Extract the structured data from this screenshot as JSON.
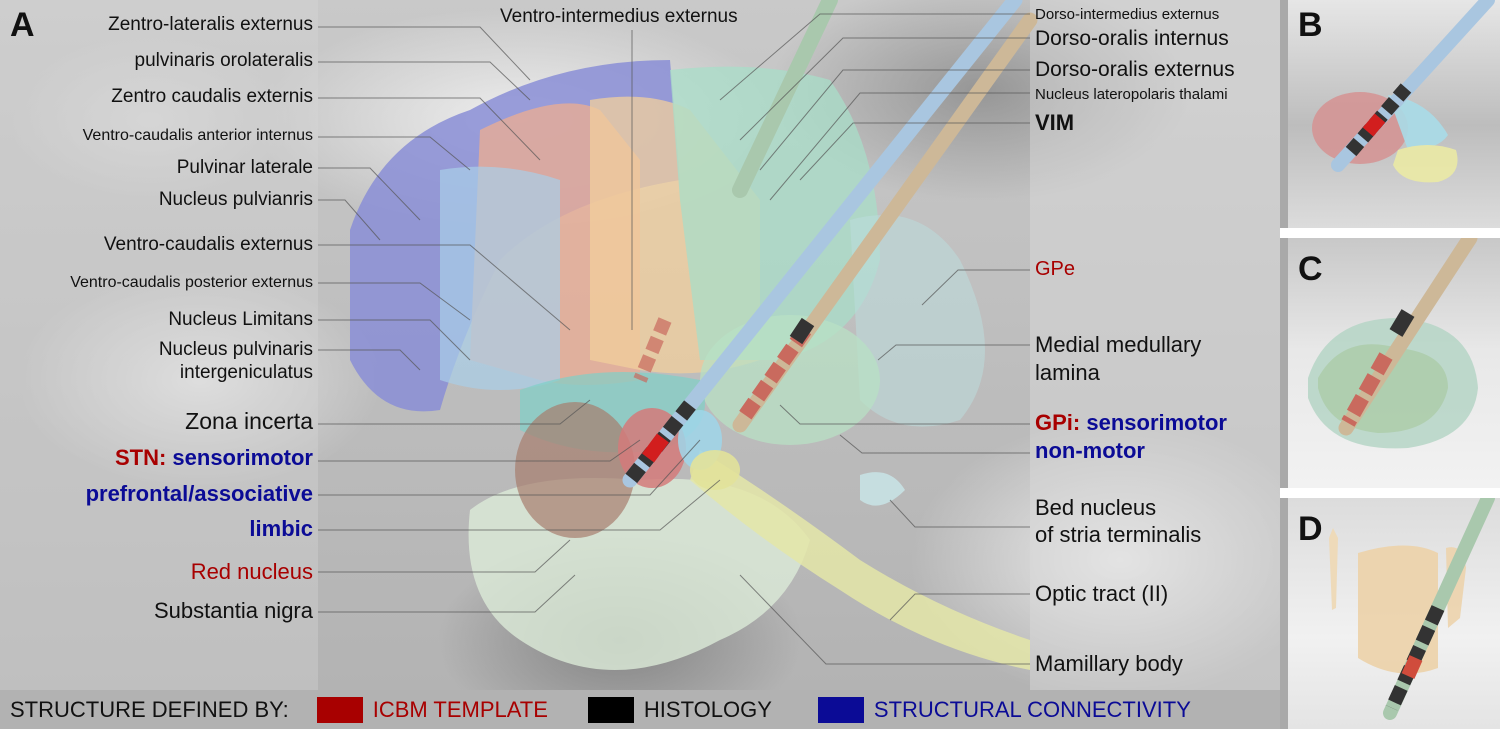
{
  "panels": {
    "main_letter": "A",
    "inset_b_letter": "B",
    "inset_c_letter": "C",
    "inset_d_letter": "D"
  },
  "left_labels": [
    {
      "text": "Zentro-lateralis externus",
      "color": "black"
    },
    {
      "text": "pulvinaris orolateralis",
      "color": "black"
    },
    {
      "text": "Zentro caudalis externis",
      "color": "black"
    },
    {
      "text": "Ventro-caudalis anterior internus",
      "color": "black"
    },
    {
      "text": "Pulvinar laterale",
      "color": "black"
    },
    {
      "text": "Nucleus pulvianris",
      "color": "black"
    },
    {
      "text": "Ventro-caudalis externus",
      "color": "black"
    },
    {
      "text": "Ventro-caudalis posterior externus",
      "color": "black"
    },
    {
      "text": "Nucleus Limitans",
      "color": "black"
    },
    {
      "text": "Nucleus pulvinaris",
      "color": "black"
    },
    {
      "text": "intergeniculatus",
      "color": "black"
    },
    {
      "text": "Zona incerta",
      "color": "black"
    },
    {
      "text": "STN:",
      "color": "red"
    },
    {
      "text": "sensorimotor",
      "color": "blue"
    },
    {
      "text": "prefrontal/associative",
      "color": "blue"
    },
    {
      "text": "limbic",
      "color": "blue"
    },
    {
      "text": "Red nucleus",
      "color": "red"
    },
    {
      "text": "Substantia nigra",
      "color": "black"
    }
  ],
  "top_label": "Ventro-intermedius externus",
  "right_labels": [
    {
      "text": "Dorso-intermedius externus",
      "color": "black"
    },
    {
      "text": "Dorso-oralis internus",
      "color": "black"
    },
    {
      "text": "Dorso-oralis externus",
      "color": "black"
    },
    {
      "text": "Nucleus lateropolaris thalami",
      "color": "black"
    },
    {
      "text": "VIM",
      "color": "black"
    },
    {
      "text": "GPe",
      "color": "red"
    },
    {
      "text": "Medial medullary",
      "color": "black"
    },
    {
      "text": "lamina",
      "color": "black"
    },
    {
      "text": "GPi:",
      "color": "red"
    },
    {
      "text": "sensorimotor",
      "color": "blue"
    },
    {
      "text": "non-motor",
      "color": "blue"
    },
    {
      "text": "Bed nucleus",
      "color": "black"
    },
    {
      "text": "of stria terminalis",
      "color": "black"
    },
    {
      "text": "Optic tract (II)",
      "color": "black"
    },
    {
      "text": "Mamillary body",
      "color": "black"
    }
  ],
  "legend": {
    "title": "STRUCTURE DEFINED BY:",
    "items": [
      {
        "label": "ICBM TEMPLATE",
        "color": "#a80000"
      },
      {
        "label": "HISTOLOGY",
        "color": "#000000"
      },
      {
        "label": "STRUCTURAL CONNECTIVITY",
        "color": "#0b0b96"
      }
    ]
  },
  "colors": {
    "icbm_red": "#a80000",
    "connectivity_blue": "#0b0b96",
    "electrode_blue": "#a9c6e0",
    "electrode_tan": "#cdb898",
    "electrode_green": "#a9c8ad"
  }
}
